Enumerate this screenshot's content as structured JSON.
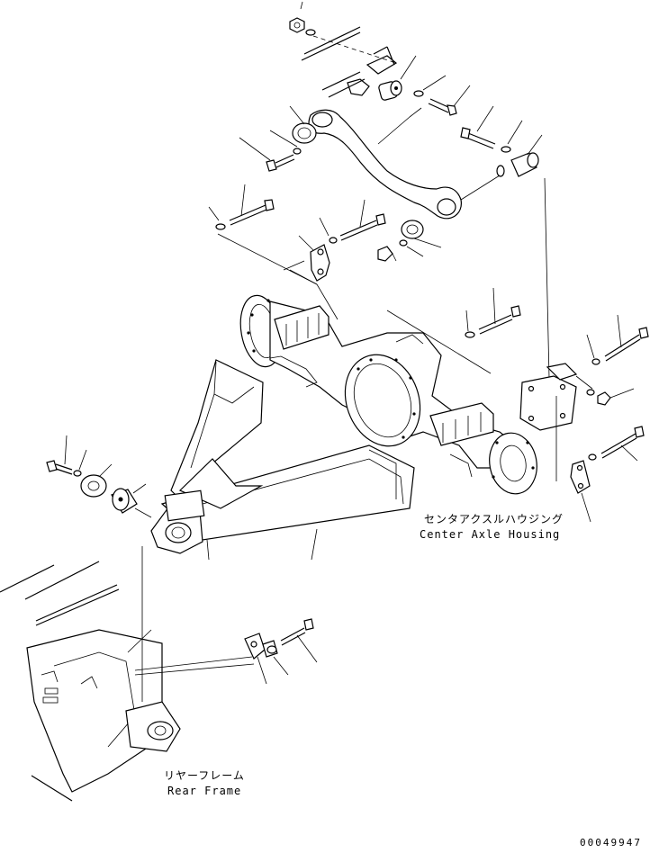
{
  "labels": {
    "center_axle_housing_jp": "センタアクスルハウジング",
    "center_axle_housing_en": "Center Axle Housing",
    "rear_frame_jp": "リヤーフレーム",
    "rear_frame_en": "Rear Frame"
  },
  "drawing_number": "00049947"
}
